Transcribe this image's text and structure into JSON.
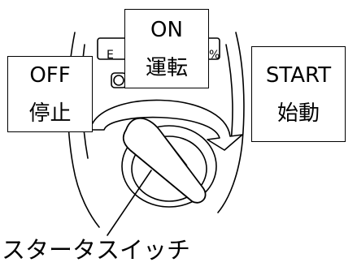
{
  "labels": {
    "on": {
      "line1": "ON",
      "line2": "運転"
    },
    "off": {
      "line1": "OFF",
      "line2": "停止"
    },
    "start": {
      "line1": "START",
      "line2": "始動"
    }
  },
  "caption": "スタータスイッチ",
  "panel_marks": {
    "left": "E",
    "right": "%"
  },
  "colors": {
    "line": "#000000",
    "background": "#ffffff"
  }
}
